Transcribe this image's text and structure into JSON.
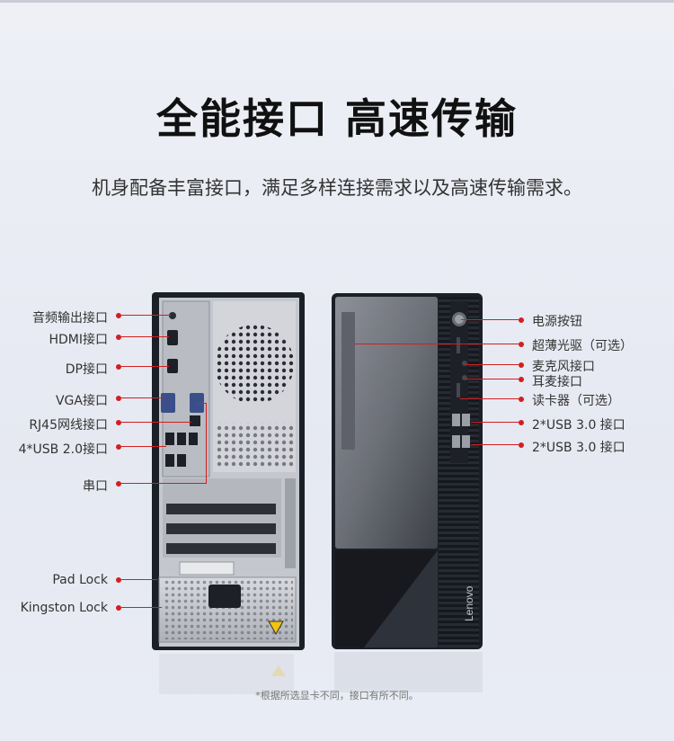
{
  "title": "全能接口 高速传输",
  "subtitle": "机身配备丰富接口，满足多样连接需求以及高速传输需求。",
  "rear_labels": {
    "audio_out": "音频输出接口",
    "hdmi": "HDMI接口",
    "dp": "DP接口",
    "vga": "VGA接口",
    "rj45": "RJ45网线接口",
    "usb20": "4*USB 2.0接口",
    "serial": "串口",
    "pad_lock": "Pad Lock",
    "kingston_lock": "Kingston Lock"
  },
  "front_labels": {
    "power_button": "电源按钮",
    "optical_drive": "超薄光驱（可选）",
    "mic": "麦克风接口",
    "headphone": "耳麦接口",
    "card_reader": "读卡器（可选）",
    "usb30_a": "2*USB 3.0 接口",
    "usb30_b": "2*USB 3.0 接口"
  },
  "brand": "Lenovo",
  "footnote": "*根据所选显卡不同，接口有所不同。",
  "colors": {
    "accent": "#d21f1f",
    "chassis": "#1b1f27"
  }
}
